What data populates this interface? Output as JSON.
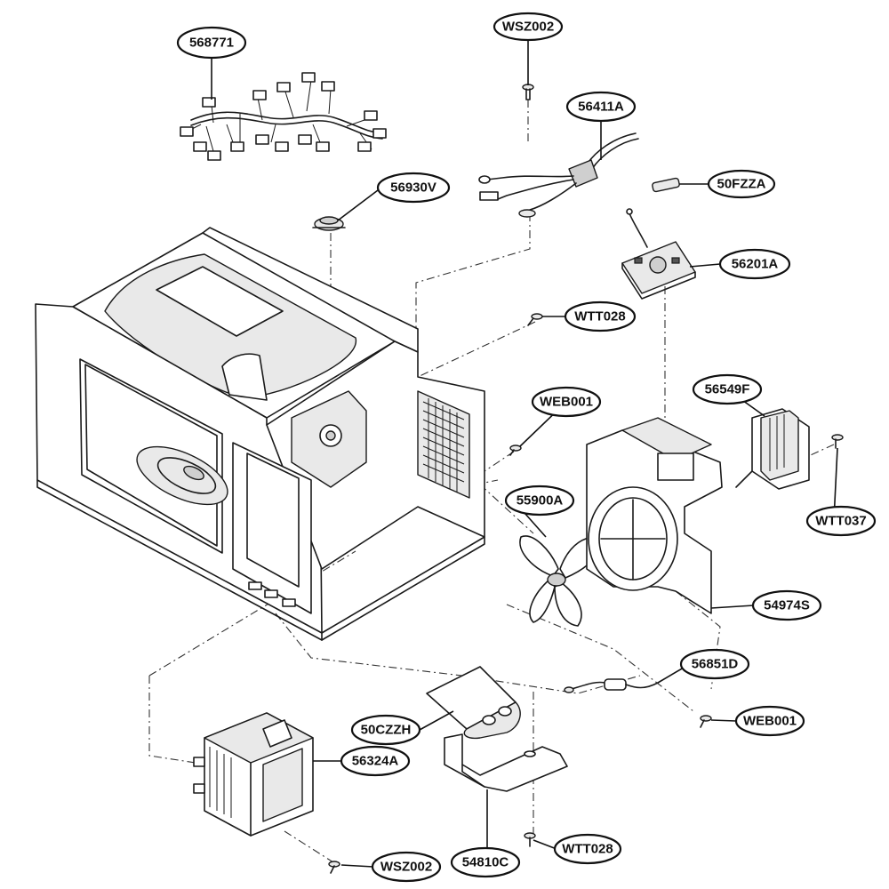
{
  "diagram": {
    "part_labels": [
      "568771",
      "WSZ002",
      "56411A",
      "56930V",
      "50FZZA",
      "56201A",
      "WTT028",
      "WEB001",
      "56549F",
      "55900A",
      "WTT037",
      "54974S",
      "56851D",
      "WEB001",
      "50CZZH",
      "56324A",
      "54810C",
      "WTT028",
      "WSZ002"
    ]
  }
}
